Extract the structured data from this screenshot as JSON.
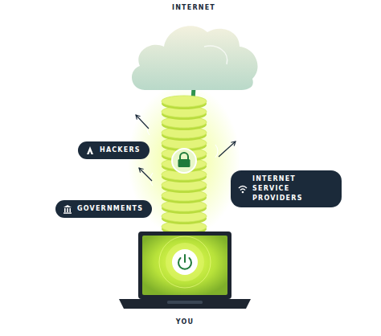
{
  "diagram": {
    "nodes": [
      {
        "text": [
          "INTERNET"
        ]
      },
      {
        "text": [
          "HACKERS"
        ]
      },
      {
        "text": [
          "INTERNET SERVICE PROVIDERS"
        ]
      },
      {
        "text": [
          "GOVERNMENTS"
        ]
      },
      {
        "text": [
          "YOU"
        ]
      }
    ],
    "edges": [
      {
        "from": 4,
        "to": 0,
        "arrow": "none"
      }
    ]
  }
}
